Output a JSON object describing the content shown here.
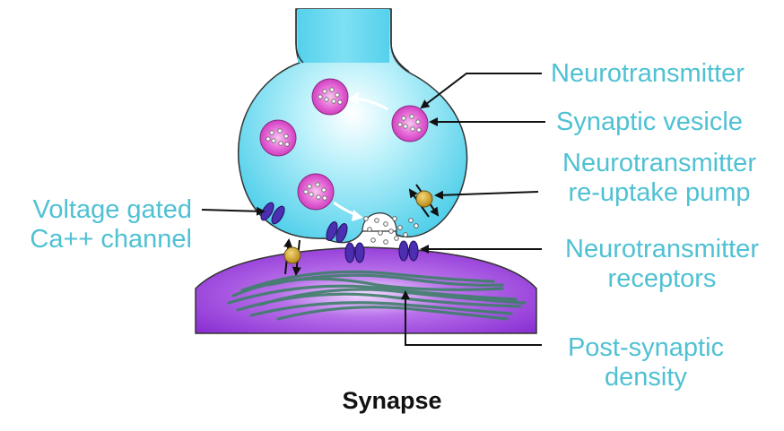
{
  "caption": "Synapse",
  "labels": {
    "neurotransmitter": "Neurotransmitter",
    "synaptic_vesicle": "Synaptic vesicle",
    "reuptake_pump": "Neurotransmitter\nre-uptake pump",
    "voltage_gated": "Voltage gated\nCa++ channel",
    "receptors": "Neurotransmitter\nreceptors",
    "post_synaptic": "Post-synaptic\ndensity"
  },
  "colors": {
    "label_text": "#4fc1d3",
    "presynaptic": "#5ed6ef",
    "postsynaptic": "#8f33d6",
    "vesicle": "#e14fd0",
    "channel": "#4b2fb0",
    "pump_ball": "#c9a02a",
    "density_fibers": "#3f7f6a"
  }
}
